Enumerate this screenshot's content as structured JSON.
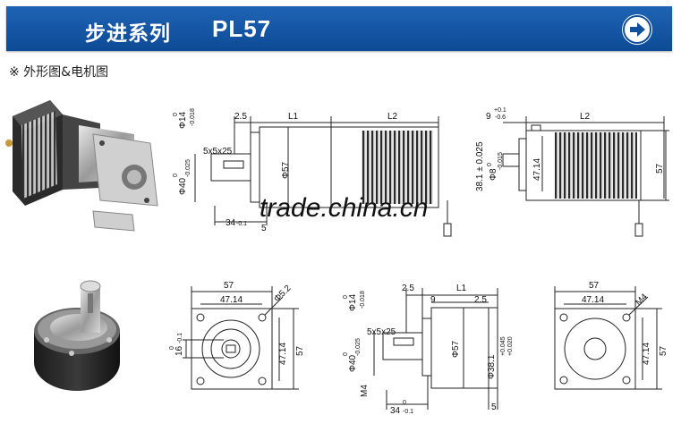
{
  "header": {
    "title_cn": "步进系列",
    "model": "PL57",
    "accent_color": "#1a5fb0",
    "arrow_icon": "arrow-right-circle-icon"
  },
  "section": {
    "label": "※ 外形图&电机图"
  },
  "watermark": "trade.china.cn",
  "top_side": {
    "d_shaft": "Φ14",
    "d_shaft_tol_top": "0",
    "d_shaft_tol_bot": "-0.018",
    "dim_25": "2.5",
    "dim_l1": "L1",
    "dim_l2": "L2",
    "key": "5x5x25",
    "d_flange": "Φ40",
    "d_flange_tol_top": "0",
    "d_flange_tol_bot": "-0.025",
    "d_body": "Φ57",
    "dim_34": "34",
    "dim_34_tol": "-0.1",
    "dim_5": "5"
  },
  "top_motor": {
    "dim_9_top": "+0.1",
    "dim_9": "9",
    "dim_9_bot": "-0.6",
    "dim_l2": "L2",
    "d_pilot": "38.1 ± 0.025",
    "d_shaft": "Φ8",
    "d_shaft_tol_top": "0",
    "d_shaft_tol_bot": "-0.015",
    "dim_4714": "47.14",
    "dim_57": "57"
  },
  "bottom_front1": {
    "dim_57": "57",
    "dim_4714_h": "47.14",
    "d_hole": "Φ5.2",
    "dim_16": "16",
    "dim_16_tol_top": "0",
    "dim_16_tol_bot": "-0.1",
    "dim_4714_v": "47.14",
    "dim_57_v": "57"
  },
  "bottom_side": {
    "d_shaft": "Φ14",
    "d_shaft_tol_top": "0",
    "d_shaft_tol_bot": "-0.018",
    "dim_25a": "2.5",
    "dim_l1": "L1",
    "dim_9": "9",
    "dim_25b": "2.5",
    "key": "5x5x25",
    "d_flange": "Φ40",
    "d_flange_tol_top": "0",
    "d_flange_tol_bot": "-0.025",
    "d_body": "Φ57",
    "d_pilot": "Φ38.1",
    "d_pilot_tol_top": "+0.045",
    "d_pilot_tol_bot": "+0.020",
    "thread": "M4",
    "dim_34": "34",
    "dim_34_tol_top": "0",
    "dim_34_tol_bot": "-0.1",
    "dim_5": "5"
  },
  "bottom_front2": {
    "dim_57": "57",
    "dim_4714_h": "47.14",
    "thread": "M4",
    "dim_4714_v": "47.14",
    "dim_57_v": "57"
  }
}
